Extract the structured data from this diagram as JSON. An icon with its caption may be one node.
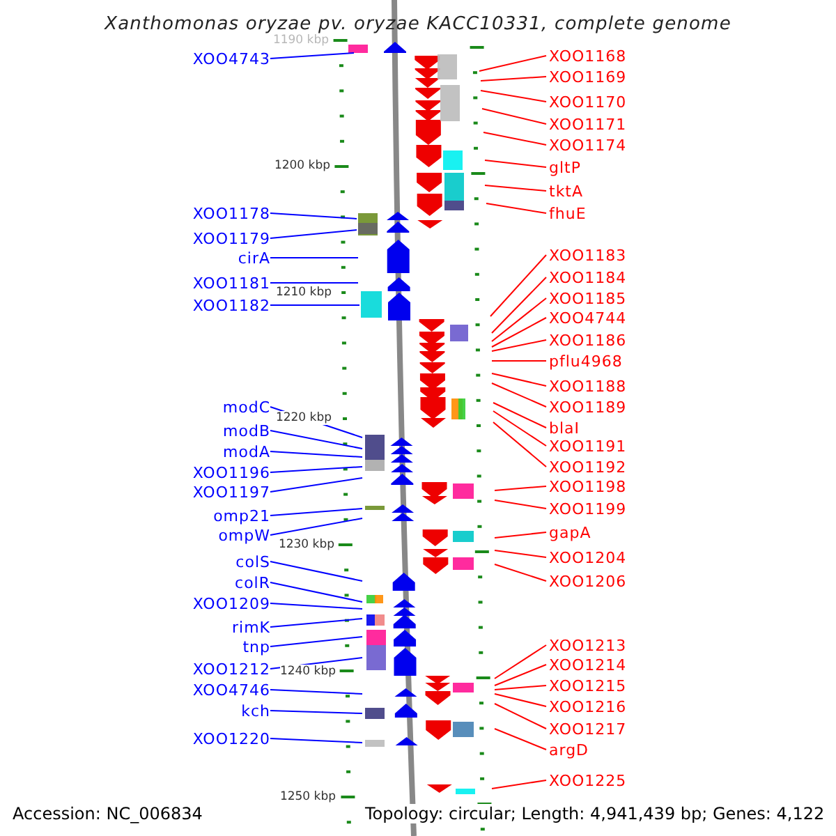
{
  "diagram": {
    "title": "Xanthomonas oryzae pv. oryzae KACC10331, complete genome",
    "nodes": [
      {
        "text": [
          "XOO4743"
        ]
      },
      {
        "text": [
          "XOO1178"
        ]
      },
      {
        "text": [
          "XOO1179"
        ]
      },
      {
        "text": [
          "cirA"
        ]
      },
      {
        "text": [
          "XOO1181"
        ]
      },
      {
        "text": [
          "XOO1182"
        ]
      },
      {
        "text": [
          "modC"
        ]
      },
      {
        "text": [
          "modB"
        ]
      },
      {
        "text": [
          "modA"
        ]
      },
      {
        "text": [
          "XOO1196"
        ]
      },
      {
        "text": [
          "XOO1197"
        ]
      },
      {
        "text": [
          "omp21"
        ]
      },
      {
        "text": [
          "ompW"
        ]
      },
      {
        "text": [
          "colS"
        ]
      },
      {
        "text": [
          "colR"
        ]
      },
      {
        "text": [
          "XOO1209"
        ]
      },
      {
        "text": [
          "rimK"
        ]
      },
      {
        "text": [
          "tnp"
        ]
      },
      {
        "text": [
          "XOO1212"
        ]
      },
      {
        "text": [
          "XOO4746"
        ]
      },
      {
        "text": [
          "kch"
        ]
      },
      {
        "text": [
          "XOO1220"
        ]
      },
      {
        "text": [
          "XOO1168"
        ]
      },
      {
        "text": [
          "XOO1169"
        ]
      },
      {
        "text": [
          "XOO1170"
        ]
      },
      {
        "text": [
          "XOO1171"
        ]
      },
      {
        "text": [
          "XOO1174"
        ]
      },
      {
        "text": [
          "gltP"
        ]
      },
      {
        "text": [
          "tktA"
        ]
      },
      {
        "text": [
          "fhuE"
        ]
      },
      {
        "text": [
          "XOO1183"
        ]
      },
      {
        "text": [
          "XOO1184"
        ]
      },
      {
        "text": [
          "XOO1185"
        ]
      },
      {
        "text": [
          "XOO4744"
        ]
      },
      {
        "text": [
          "XOO1186"
        ]
      },
      {
        "text": [
          "pflu4968"
        ]
      },
      {
        "text": [
          "XOO1188"
        ]
      },
      {
        "text": [
          "XOO1189"
        ]
      },
      {
        "text": [
          "blaI"
        ]
      },
      {
        "text": [
          "XOO1191"
        ]
      },
      {
        "text": [
          "XOO1192"
        ]
      },
      {
        "text": [
          "XOO1198"
        ]
      },
      {
        "text": [
          "XOO1199"
        ]
      },
      {
        "text": [
          "gapA"
        ]
      },
      {
        "text": [
          "XOO1204"
        ]
      },
      {
        "text": [
          "XOO1206"
        ]
      },
      {
        "text": [
          "XOO1213"
        ]
      },
      {
        "text": [
          "XOO1214"
        ]
      },
      {
        "text": [
          "XOO1215"
        ]
      },
      {
        "text": [
          "XOO1216"
        ]
      },
      {
        "text": [
          "XOO1217"
        ]
      },
      {
        "text": [
          "argD"
        ]
      },
      {
        "text": [
          "XOO1225"
        ]
      }
    ],
    "edges": [
      {
        "from": 0,
        "to": null,
        "arrow": "none",
        "color": "#0000ff"
      },
      {
        "from": 1,
        "to": null,
        "arrow": "none",
        "color": "#0000ff"
      },
      {
        "from": 2,
        "to": null,
        "arrow": "none",
        "color": "#0000ff"
      },
      {
        "from": 3,
        "to": null,
        "arrow": "none",
        "color": "#0000ff"
      },
      {
        "from": 4,
        "to": null,
        "arrow": "none",
        "color": "#0000ff"
      },
      {
        "from": 5,
        "to": null,
        "arrow": "none",
        "color": "#0000ff"
      },
      {
        "from": 6,
        "to": null,
        "arrow": "none",
        "color": "#0000ff"
      },
      {
        "from": 7,
        "to": null,
        "arrow": "none",
        "color": "#0000ff"
      },
      {
        "from": 8,
        "to": null,
        "arrow": "none",
        "color": "#0000ff"
      },
      {
        "from": 9,
        "to": null,
        "arrow": "none",
        "color": "#0000ff"
      },
      {
        "from": 10,
        "to": null,
        "arrow": "none",
        "color": "#0000ff"
      },
      {
        "from": 11,
        "to": null,
        "arrow": "none",
        "color": "#0000ff"
      },
      {
        "from": 12,
        "to": null,
        "arrow": "none",
        "color": "#0000ff"
      },
      {
        "from": 13,
        "to": null,
        "arrow": "none",
        "color": "#0000ff"
      },
      {
        "from": 14,
        "to": null,
        "arrow": "none",
        "color": "#0000ff"
      },
      {
        "from": 15,
        "to": null,
        "arrow": "none",
        "color": "#0000ff"
      },
      {
        "from": 16,
        "to": null,
        "arrow": "none",
        "color": "#0000ff"
      },
      {
        "from": 17,
        "to": null,
        "arrow": "none",
        "color": "#0000ff"
      },
      {
        "from": 18,
        "to": null,
        "arrow": "none",
        "color": "#0000ff"
      },
      {
        "from": 19,
        "to": null,
        "arrow": "none",
        "color": "#0000ff"
      },
      {
        "from": 20,
        "to": null,
        "arrow": "none",
        "color": "#0000ff"
      },
      {
        "from": 21,
        "to": null,
        "arrow": "none",
        "color": "#0000ff"
      },
      {
        "from": 22,
        "to": null,
        "arrow": "none"
      },
      {
        "from": 23,
        "to": null,
        "arrow": "none"
      },
      {
        "from": 24,
        "to": null,
        "arrow": "none"
      },
      {
        "from": 25,
        "to": null,
        "arrow": "none"
      },
      {
        "from": 26,
        "to": null,
        "arrow": "none"
      },
      {
        "from": 27,
        "to": null,
        "arrow": "none"
      },
      {
        "from": 28,
        "to": null,
        "arrow": "none"
      },
      {
        "from": 29,
        "to": null,
        "arrow": "none"
      },
      {
        "from": 30,
        "to": null,
        "arrow": "none"
      },
      {
        "from": 31,
        "to": null,
        "arrow": "none"
      },
      {
        "from": 32,
        "to": null,
        "arrow": "none"
      },
      {
        "from": 33,
        "to": null,
        "arrow": "none"
      },
      {
        "from": 34,
        "to": null,
        "arrow": "none"
      },
      {
        "from": 35,
        "to": null,
        "arrow": "none"
      },
      {
        "from": 36,
        "to": null,
        "arrow": "none"
      },
      {
        "from": 37,
        "to": null,
        "arrow": "none"
      },
      {
        "from": 38,
        "to": null,
        "arrow": "none"
      },
      {
        "from": 39,
        "to": null,
        "arrow": "none"
      },
      {
        "from": 40,
        "to": null,
        "arrow": "none"
      },
      {
        "from": 41,
        "to": null,
        "arrow": "none"
      },
      {
        "from": 42,
        "to": null,
        "arrow": "none"
      },
      {
        "from": 43,
        "to": null,
        "arrow": "none"
      },
      {
        "from": 44,
        "to": null,
        "arrow": "none"
      },
      {
        "from": 45,
        "to": null,
        "arrow": "none"
      },
      {
        "from": 46,
        "to": null,
        "arrow": "none"
      },
      {
        "from": 47,
        "to": null,
        "arrow": "none"
      },
      {
        "from": 48,
        "to": null,
        "arrow": "none"
      },
      {
        "from": 49,
        "to": null,
        "arrow": "none"
      },
      {
        "from": 50,
        "to": null,
        "arrow": "none"
      },
      {
        "from": 51,
        "to": null,
        "arrow": "none"
      },
      {
        "from": 52,
        "to": null,
        "arrow": "none"
      }
    ],
    "labels": [
      "1190 kbp",
      "1200 kbp",
      "1210 kbp",
      "1220 kbp",
      "1230 kbp",
      "1240 kbp",
      "1250 kbp",
      "Accession: NC_006834",
      "Topology: circular; Length: 4,941,439 bp; Genes: 4,122"
    ]
  }
}
